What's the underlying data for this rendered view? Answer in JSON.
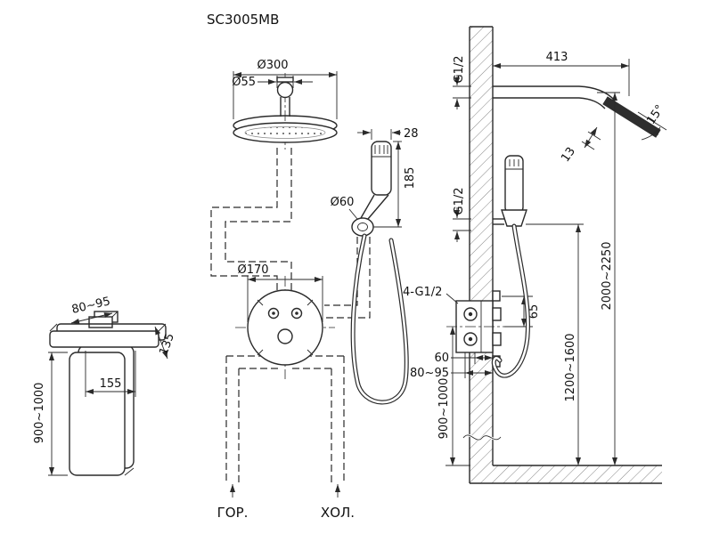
{
  "title": "SC3005MB",
  "supply": {
    "hot": "ГОР.",
    "cold": "ХОЛ."
  },
  "left_view": {
    "depth": "80~95",
    "diag": "135",
    "width": "155",
    "height": "900~1000"
  },
  "front_view": {
    "head_d": "Ø300",
    "ball_d": "Ø55",
    "hand_w": "28",
    "hand_l": "185",
    "outlet_d": "Ø60",
    "plate_d": "Ø170"
  },
  "side_view": {
    "thread_arm": "G1/2",
    "arm_len": "413",
    "angle": "15°",
    "head_t": "13",
    "thread_holder": "G1/2",
    "conn": "4-G1/2",
    "offset65": "65",
    "depth_min": "60",
    "depth_rng": "80~95",
    "h_valve": "900~1000",
    "h_holder": "1200~1600",
    "h_head": "2000~2250"
  }
}
